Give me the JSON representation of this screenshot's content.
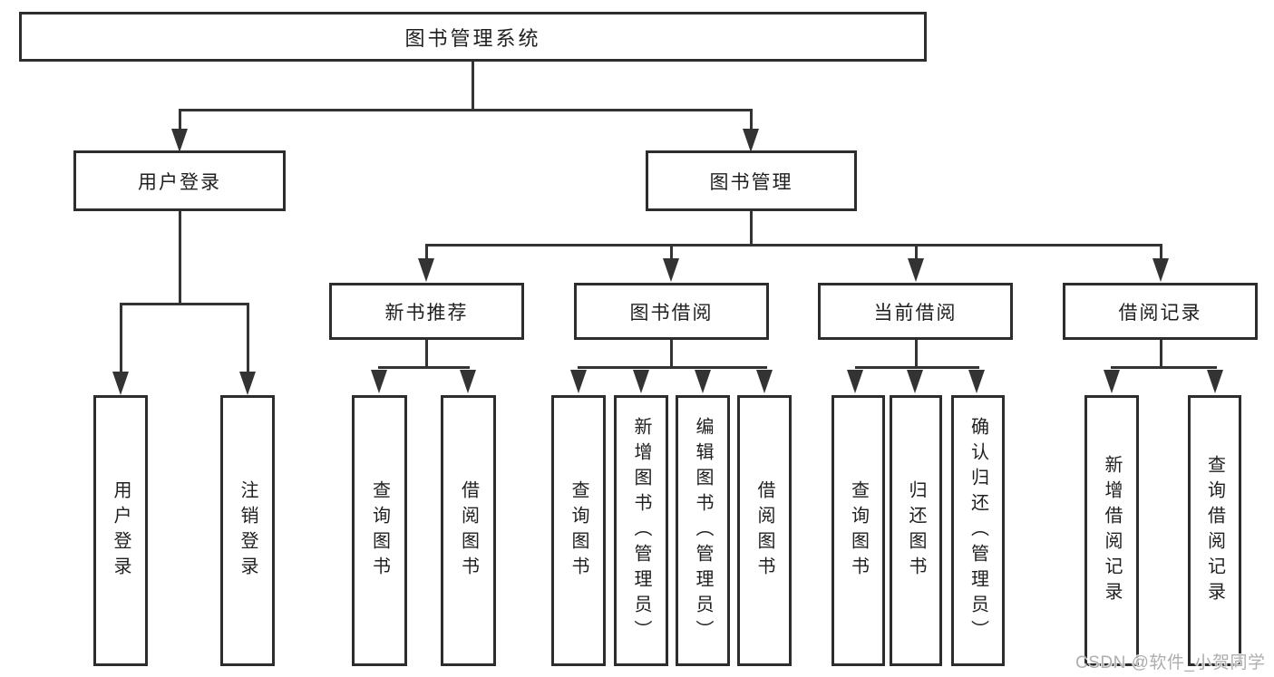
{
  "diagram_type": "tree",
  "tree": {
    "root": "图书管理系统",
    "login": {
      "label": "用户登录",
      "leaves": [
        "用户登录",
        "注销登录"
      ]
    },
    "management": {
      "label": "图书管理",
      "children": [
        {
          "label": "新书推荐",
          "leaves": [
            "查询图书",
            "借阅图书"
          ]
        },
        {
          "label": "图书借阅",
          "leaves": [
            "查询图书",
            "新增图书（管理员）",
            "编辑图书（管理员）",
            "借阅图书"
          ]
        },
        {
          "label": "当前借阅",
          "leaves": [
            "查询图书",
            "归还图书",
            "确认归还（管理员）"
          ]
        },
        {
          "label": "借阅记录",
          "leaves": [
            "新增借阅记录",
            "查询借阅记录"
          ]
        }
      ]
    }
  },
  "watermark": "CSDN @软件_小贺同学",
  "colors": {
    "line": "#333333",
    "box_border": "#2d2d2d",
    "text": "#1f1f1f",
    "watermark": "#aeaeae",
    "background": "#ffffff"
  }
}
